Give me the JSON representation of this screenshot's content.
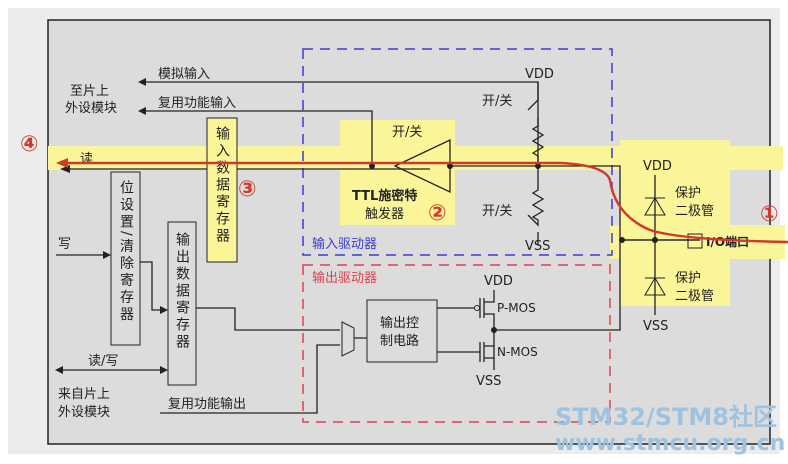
{
  "labels": {
    "to_peripheral": [
      "至片上",
      "外设模块"
    ],
    "analog_input": "模拟输入",
    "alt_func_input": "复用功能输入",
    "read": "读",
    "write": "写",
    "read_write": "读/写",
    "from_peripheral": [
      "来自片上",
      "外设模块"
    ],
    "alt_func_output": "复用功能输出",
    "input_data_register": "输入数据寄存器",
    "bit_set_clear_register": "位设置/清除寄存器",
    "output_data_register": "输出数据寄存器",
    "on_off": "开/关",
    "ttl_schmitt": [
      "TTL施密特",
      "触发器"
    ],
    "input_driver": "输入驱动器",
    "output_driver": "输出驱动器",
    "output_control": [
      "输出控",
      "制电路"
    ],
    "vdd": "VDD",
    "vss": "VSS",
    "pmos": "P-MOS",
    "nmos": "N-MOS",
    "protect_diode": [
      "保护",
      "二极管"
    ],
    "io_port": "I/O端口",
    "markers": [
      "①",
      "②",
      "③",
      "④"
    ]
  },
  "watermark": [
    "STM32/STM8社区",
    "www.stmcu.org.cn"
  ],
  "colors": {
    "highlight": "#fbf59a",
    "path": "#d03a2a",
    "input_box": "#3b3bd0",
    "output_box": "#e04050"
  }
}
